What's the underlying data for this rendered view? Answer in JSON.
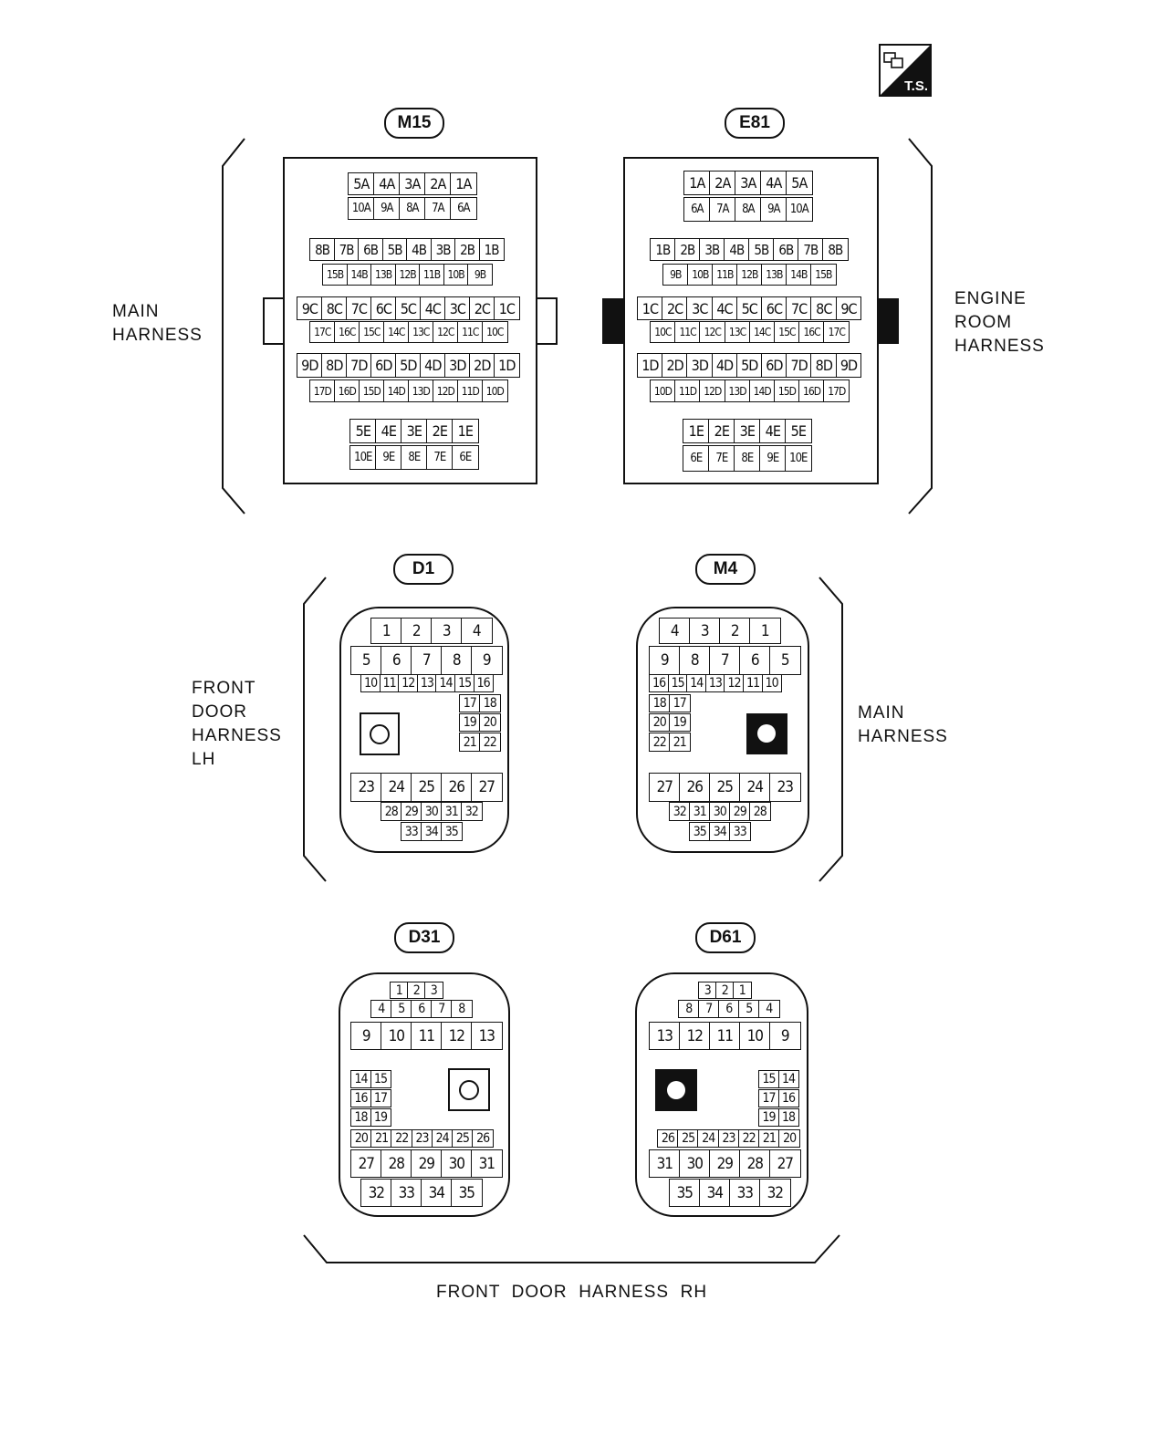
{
  "ts_badge": {
    "text": "T.S.",
    "icon": "connector-stack-icon"
  },
  "labels": {
    "main_harness_left": "MAIN\nHARNESS",
    "engine_room_harness": "ENGINE\nROOM\nHARNESS",
    "front_door_harness_lh": "FRONT\nDOOR\nHARNESS\nLH",
    "main_harness_right": "MAIN\nHARNESS",
    "front_door_harness_rh": "FRONT  DOOR  HARNESS  RH"
  },
  "connectors": {
    "M15": {
      "tag": "M15",
      "rows": [
        [
          "5A",
          "4A",
          "3A",
          "2A",
          "1A"
        ],
        [
          "10A",
          "9A",
          "8A",
          "7A",
          "6A"
        ],
        [
          "8B",
          "7B",
          "6B",
          "5B",
          "4B",
          "3B",
          "2B",
          "1B"
        ],
        [
          "15B",
          "14B",
          "13B",
          "12B",
          "11B",
          "10B",
          "9B"
        ],
        [
          "9C",
          "8C",
          "7C",
          "6C",
          "5C",
          "4C",
          "3C",
          "2C",
          "1C"
        ],
        [
          "17C",
          "16C",
          "15C",
          "14C",
          "13C",
          "12C",
          "11C",
          "10C"
        ],
        [
          "9D",
          "8D",
          "7D",
          "6D",
          "5D",
          "4D",
          "3D",
          "2D",
          "1D"
        ],
        [
          "17D",
          "16D",
          "15D",
          "14D",
          "13D",
          "12D",
          "11D",
          "10D"
        ],
        [
          "5E",
          "4E",
          "3E",
          "2E",
          "1E"
        ],
        [
          "10E",
          "9E",
          "8E",
          "7E",
          "6E"
        ]
      ]
    },
    "E81": {
      "tag": "E81",
      "rows": [
        [
          "1A",
          "2A",
          "3A",
          "4A",
          "5A"
        ],
        [
          "6A",
          "7A",
          "8A",
          "9A",
          "10A"
        ],
        [
          "1B",
          "2B",
          "3B",
          "4B",
          "5B",
          "6B",
          "7B",
          "8B"
        ],
        [
          "9B",
          "10B",
          "11B",
          "12B",
          "13B",
          "14B",
          "15B"
        ],
        [
          "1C",
          "2C",
          "3C",
          "4C",
          "5C",
          "6C",
          "7C",
          "8C",
          "9C"
        ],
        [
          "10C",
          "11C",
          "12C",
          "13C",
          "14C",
          "15C",
          "16C",
          "17C"
        ],
        [
          "1D",
          "2D",
          "3D",
          "4D",
          "5D",
          "6D",
          "7D",
          "8D",
          "9D"
        ],
        [
          "10D",
          "11D",
          "12D",
          "13D",
          "14D",
          "15D",
          "16D",
          "17D"
        ],
        [
          "1E",
          "2E",
          "3E",
          "4E",
          "5E"
        ],
        [
          "6E",
          "7E",
          "8E",
          "9E",
          "10E"
        ]
      ]
    },
    "D1": {
      "tag": "D1",
      "rows": [
        [
          "1",
          "2",
          "3",
          "4"
        ],
        [
          "5",
          "6",
          "7",
          "8",
          "9"
        ],
        [
          "10",
          "11",
          "12",
          "13",
          "14",
          "15",
          "16"
        ],
        [
          "17",
          "18"
        ],
        [
          "19",
          "20"
        ],
        [
          "21",
          "22"
        ],
        [
          "23",
          "24",
          "25",
          "26",
          "27"
        ],
        [
          "28",
          "29",
          "30",
          "31",
          "32"
        ],
        [
          "33",
          "34",
          "35"
        ]
      ]
    },
    "M4": {
      "tag": "M4",
      "rows": [
        [
          "4",
          "3",
          "2",
          "1"
        ],
        [
          "9",
          "8",
          "7",
          "6",
          "5"
        ],
        [
          "16",
          "15",
          "14",
          "13",
          "12",
          "11",
          "10"
        ],
        [
          "18",
          "17"
        ],
        [
          "20",
          "19"
        ],
        [
          "22",
          "21"
        ],
        [
          "27",
          "26",
          "25",
          "24",
          "23"
        ],
        [
          "32",
          "31",
          "30",
          "29",
          "28"
        ],
        [
          "35",
          "34",
          "33"
        ]
      ]
    },
    "D31": {
      "tag": "D31",
      "rows": [
        [
          "1",
          "2",
          "3"
        ],
        [
          "4",
          "5",
          "6",
          "7",
          "8"
        ],
        [
          "9",
          "10",
          "11",
          "12",
          "13"
        ],
        [
          "14",
          "15"
        ],
        [
          "16",
          "17"
        ],
        [
          "18",
          "19"
        ],
        [
          "20",
          "21",
          "22",
          "23",
          "24",
          "25",
          "26"
        ],
        [
          "27",
          "28",
          "29",
          "30",
          "31"
        ],
        [
          "32",
          "33",
          "34",
          "35"
        ]
      ]
    },
    "D61": {
      "tag": "D61",
      "rows": [
        [
          "3",
          "2",
          "1"
        ],
        [
          "8",
          "7",
          "6",
          "5",
          "4"
        ],
        [
          "13",
          "12",
          "11",
          "10",
          "9"
        ],
        [
          "15",
          "14"
        ],
        [
          "17",
          "16"
        ],
        [
          "19",
          "18"
        ],
        [
          "26",
          "25",
          "24",
          "23",
          "22",
          "21",
          "20"
        ],
        [
          "31",
          "30",
          "29",
          "28",
          "27"
        ],
        [
          "35",
          "34",
          "33",
          "32"
        ]
      ]
    }
  }
}
